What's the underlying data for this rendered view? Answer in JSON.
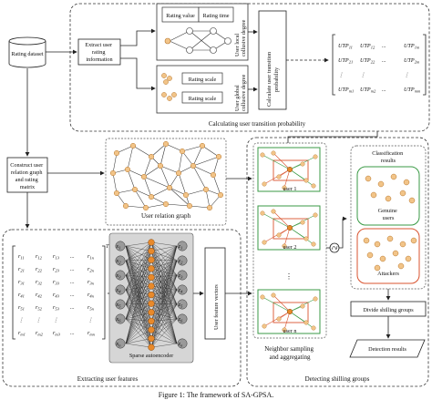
{
  "left_column": {
    "rating_dataset": "Rating dataset",
    "construct_relation": [
      "Construct user",
      "relation graph",
      "and rating",
      "matrix"
    ]
  },
  "top_section": {
    "extract_info": [
      "Extract user",
      "rating",
      "information"
    ],
    "rating_value": "Rating value",
    "rating_time": "Rating time",
    "local_degree": [
      "User local",
      "collusive degree"
    ],
    "rating_scale_1": "Rating scale",
    "rating_scale_2": "Rating scale",
    "global_degree": [
      "User global",
      "collusive degree"
    ],
    "calc_probability": [
      "Calculate user transition",
      "probability"
    ],
    "caption": "Calculating user transition probability",
    "utp_cells": [
      [
        "UTP",
        "11"
      ],
      [
        "UTP",
        "12"
      ],
      [
        "...",
        ""
      ],
      [
        "UTP",
        "1m"
      ],
      [
        "UTP",
        "21"
      ],
      [
        "UTP",
        "22"
      ],
      [
        "...",
        ""
      ],
      [
        "UTP",
        "2m"
      ],
      [
        "⋮",
        ""
      ],
      [
        "⋮",
        ""
      ],
      [
        "",
        ""
      ],
      [
        "⋮",
        ""
      ],
      [
        "UTP",
        "m1"
      ],
      [
        "UTP",
        "m2"
      ],
      [
        "...",
        ""
      ],
      [
        "UTP",
        "mm"
      ]
    ]
  },
  "middle": {
    "graph_caption": "User relation graph"
  },
  "extract_features": {
    "caption": "Extracting user features",
    "matrix_rows": [
      [
        "r",
        "11",
        "r",
        "12",
        "r",
        "13",
        "...",
        "",
        "r",
        "1n"
      ],
      [
        "r",
        "21",
        "r",
        "22",
        "r",
        "23",
        "...",
        "",
        "r",
        "2n"
      ],
      [
        "r",
        "31",
        "r",
        "32",
        "r",
        "33",
        "...",
        "",
        "r",
        "3n"
      ],
      [
        "r",
        "41",
        "r",
        "42",
        "r",
        "43",
        "...",
        "",
        "r",
        "4n"
      ],
      [
        "r",
        "51",
        "r",
        "52",
        "r",
        "53",
        "...",
        "",
        "r",
        "5n"
      ],
      [
        "⋮",
        "",
        "⋮",
        "",
        "⋮",
        "",
        "",
        "",
        "⋮",
        ""
      ],
      [
        "r",
        "m1",
        "r",
        "m2",
        "r",
        "m3",
        "...",
        "",
        "r",
        "mn"
      ]
    ],
    "transpose": "T",
    "x_nodes": [
      "1",
      "2",
      "3",
      "4",
      "5",
      "6",
      "n"
    ],
    "z_nodes": [
      "1",
      "2",
      "3",
      "4",
      "5",
      "6",
      "n"
    ],
    "x_letter": "x",
    "z_letter": "z",
    "sparse_autoencoder": "Sparse autoencoder",
    "user_feature_vectors": "User feature vectors"
  },
  "detecting": {
    "caption": "Detecting shilling groups",
    "user_labels": [
      "user 1",
      "user 2",
      "user n"
    ],
    "vdots": "⋮",
    "neighbor_sampling": [
      "Neighbor sampling",
      "and aggregating"
    ],
    "classification": [
      "Classification",
      "results"
    ],
    "genuine": [
      "Genuine",
      "users"
    ],
    "attackers": "Attackers",
    "divide": "Divide shilling groups",
    "results": "Detection results"
  },
  "figure_caption": "Figure 1: The framework of SA-GPSA."
}
